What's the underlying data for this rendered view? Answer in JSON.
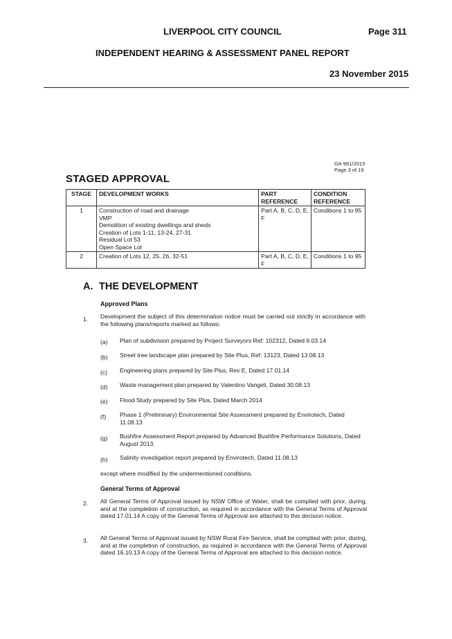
{
  "header": {
    "council": "LIVERPOOL CITY COUNCIL",
    "page": "Page 311",
    "report_title": "INDEPENDENT HEARING & ASSESSMENT PANEL REPORT",
    "date": "23 November 2015"
  },
  "doc_ref": {
    "da": "DA-961/2013",
    "page": "Page 3 of 19"
  },
  "staged": {
    "title": "STAGED APPROVAL",
    "columns": [
      "STAGE",
      "DEVELOPMENT WORKS",
      "PART REFERENCE",
      "CONDITION REFERENCE"
    ],
    "rows": [
      {
        "stage": "1",
        "works": [
          "Construction of road and drainage",
          "VMP",
          "Demolition of existing dwellings and sheds",
          "Creation of Lots 1-11, 13-24, 27-31",
          "Residual Lot 53",
          "Open Space Lot"
        ],
        "part": "Part A, B, C, D, E, F",
        "condition": "Conditions 1 to 95"
      },
      {
        "stage": "2",
        "works": [
          "Creation of Lots 12, 25, 26, 32-51"
        ],
        "part": "Part A, B, C, D, E, F",
        "condition": "Conditions 1 to 95"
      }
    ]
  },
  "section_a": {
    "letter": "A.",
    "title": "THE DEVELOPMENT",
    "approved_plans_heading": "Approved Plans",
    "item1": {
      "num": "1.",
      "text": "Development the subject of this determination notice must be carried out strictly in accordance with the following plans/reports marked as follows:",
      "plans": [
        {
          "label": "(a)",
          "text": "Plan of subdivision prepared by Project Surveyors Ref: 102312, Dated 6.03.14"
        },
        {
          "label": "(b)",
          "text": "Street tree landscape plan prepared by Site Plus, Ref: 13123, Dated 13.08.13"
        },
        {
          "label": "(c)",
          "text": "Engineering plans prepared by Site Plus, Rev E, Dated 17.01.14"
        },
        {
          "label": "(d)",
          "text": "Waste management plan prepared by Valentino Vangeli, Dated 30.08.13"
        },
        {
          "label": "(e)",
          "text": "Flood Study prepared by Site Plus, Dated March 2014"
        },
        {
          "label": "(f)",
          "text": "Phase 1 (Preliminary) Environmental Site Assessment prepared by Envirotech, Dated 11.08.13"
        },
        {
          "label": "(g)",
          "text": "Bushfire Assessment Report prepared by Advanced Bushfire Performance Solutions, Dated August 2013."
        },
        {
          "label": "(h)",
          "text": "Salinity investigation report prepared by Envirotech, Dated 11.08.13"
        }
      ],
      "except": "except where modified by the undermentioned conditions."
    },
    "gta_heading": "General Terms of Approval",
    "item2": {
      "num": "2.",
      "text": "All General Terms of Approval issued by NSW Office of Water, shall be complied with prior, during, and at the completion of construction, as required in accordance with the General Terms of Approval dated 17.01.14 A copy of the General Terms of Approval are attached to this decision notice."
    },
    "item3": {
      "num": "3.",
      "text": "All General Terms of Approval issued by NSW Rural Fire Service, shall be complied with prior, during, and at the completion of construction, as required in accordance with the General Terms of Approval dated 16.10.13 A copy of the General Terms of Approval are attached to this decision notice."
    }
  }
}
